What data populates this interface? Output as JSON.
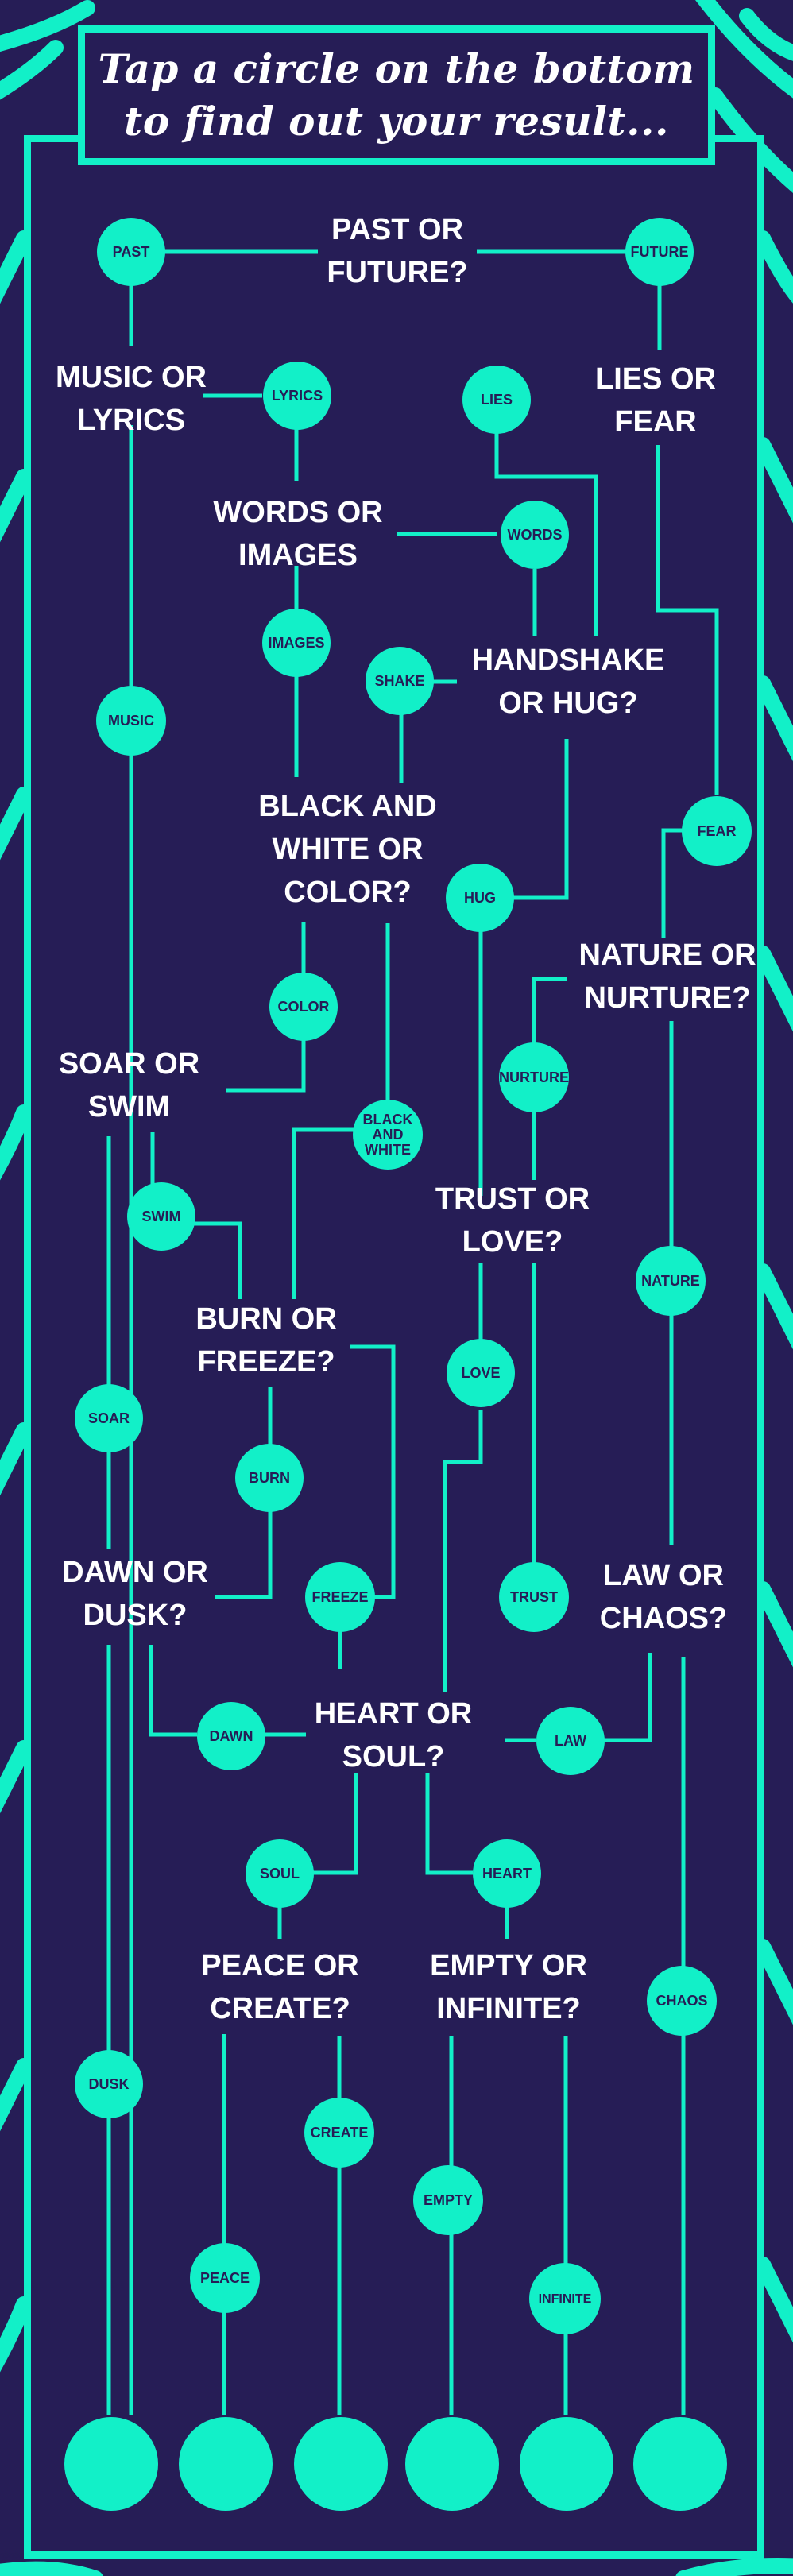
{
  "title": {
    "line1": "Tap a circle on the bottom",
    "line2": "to find out your result..."
  },
  "colors": {
    "background": "#261d56",
    "accent": "#12f0c8",
    "text": "#ffffff"
  },
  "questions": {
    "past_future": [
      "PAST OR",
      "FUTURE?"
    ],
    "music_lyrics": [
      "MUSIC OR",
      "LYRICS"
    ],
    "lies_fear": [
      "LIES OR",
      "FEAR"
    ],
    "words_images": [
      "WORDS OR",
      "IMAGES"
    ],
    "handshake_hug": [
      "HANDSHAKE",
      "OR HUG?"
    ],
    "bw_color": [
      "BLACK AND",
      "WHITE OR",
      "COLOR?"
    ],
    "nature_nurture": [
      "NATURE OR",
      "NURTURE?"
    ],
    "soar_swim": [
      "SOAR OR",
      "SWIM"
    ],
    "trust_love": [
      "TRUST OR",
      "LOVE?"
    ],
    "burn_freeze": [
      "BURN OR",
      "FREEZE?"
    ],
    "dawn_dusk": [
      "DAWN OR",
      "DUSK?"
    ],
    "law_chaos": [
      "LAW OR",
      "CHAOS?"
    ],
    "heart_soul": [
      "HEART OR",
      "SOUL?"
    ],
    "peace_create": [
      "PEACE OR",
      "CREATE?"
    ],
    "empty_infinite": [
      "EMPTY OR",
      "INFINITE?"
    ]
  },
  "answers": {
    "past": "PAST",
    "future": "FUTURE",
    "lyrics": "LYRICS",
    "lies": "LIES",
    "words": "WORDS",
    "images": "IMAGES",
    "shake": "SHAKE",
    "music": "MUSIC",
    "fear": "FEAR",
    "hug": "HUG",
    "color": "COLOR",
    "nurture": "NURTURE",
    "black_white": [
      "BLACK",
      "AND",
      "WHITE"
    ],
    "swim": "SWIM",
    "nature": "NATURE",
    "love": "LOVE",
    "soar": "SOAR",
    "burn": "BURN",
    "freeze": "FREEZE",
    "trust": "TRUST",
    "dawn": "DAWN",
    "law": "LAW",
    "soul": "SOUL",
    "heart": "HEART",
    "chaos": "CHAOS",
    "dusk": "DUSK",
    "create": "CREATE",
    "empty": "EMPTY",
    "peace": "PEACE",
    "infinite": "INFINITE"
  }
}
